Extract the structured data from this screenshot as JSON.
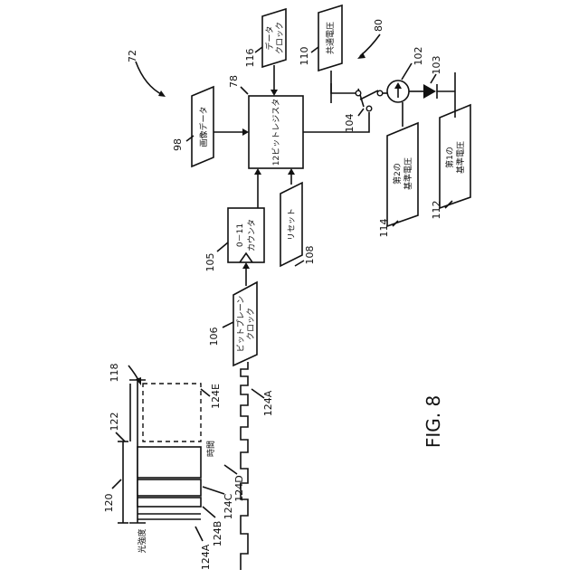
{
  "figure_label": "FIG. 8",
  "refs": {
    "r72": "72",
    "r78": "78",
    "r80": "80",
    "r98": "98",
    "r102": "102",
    "r103": "103",
    "r104": "104",
    "r105": "105",
    "r106": "106",
    "r108": "108",
    "r110": "110",
    "r112": "112",
    "r114": "114",
    "r116": "116",
    "r118": "118",
    "r120": "120",
    "r122": "122",
    "r124A": "124A",
    "r124A_wave": "124A",
    "r124B": "124B",
    "r124C": "124C",
    "r124D": "124D",
    "r124E": "124E"
  },
  "blocks": {
    "register": "12ビットレジスタ",
    "counter_line1": "0－11",
    "counter_line2": "カウンタ",
    "image_data": "画像データ",
    "data_clock_line1": "データ",
    "data_clock_line2": "クロック",
    "common_voltage": "共通電圧",
    "first_ref_line1": "第1の",
    "first_ref_line2": "基準電圧",
    "second_ref_line1": "第2の",
    "second_ref_line2": "基準電圧",
    "reset": "リセット",
    "bitplane_clock_line1": "ビットプレーン",
    "bitplane_clock_line2": "クロック"
  },
  "axes": {
    "time": "時間",
    "brightness": "光強度"
  }
}
